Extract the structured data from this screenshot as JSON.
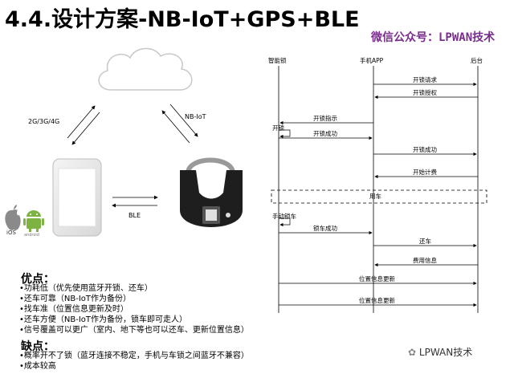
{
  "title": "4.4.设计方案-NB-IoT+GPS+BLE",
  "watermark": "微信公众号：LPWAN技术",
  "network": {
    "label_2g": "2G/3G/4G",
    "label_nbiot": "NB-IoT",
    "label_ble": "BLE",
    "os_ios": "iOS",
    "os_android": "android"
  },
  "sequence": {
    "participants": [
      "智能锁",
      "手机APP",
      "后台"
    ],
    "messages": [
      {
        "from": 1,
        "to": 2,
        "text": "开锁请求"
      },
      {
        "from": 2,
        "to": 1,
        "text": "开锁授权"
      },
      {
        "from": 1,
        "to": 0,
        "text": "开锁指示"
      },
      {
        "self": 0,
        "text": "开锁"
      },
      {
        "from": 0,
        "to": 1,
        "text": "开锁成功"
      },
      {
        "from": 1,
        "to": 2,
        "text": "开锁成功"
      },
      {
        "from": 2,
        "to": 1,
        "text": "开始计费"
      },
      {
        "box": true,
        "text": "用车"
      },
      {
        "self": 0,
        "text": "手动锁车"
      },
      {
        "from": 0,
        "to": 1,
        "text": "锁车成功"
      },
      {
        "from": 1,
        "to": 2,
        "text": "还车"
      },
      {
        "from": 2,
        "to": 1,
        "text": "费用信息"
      },
      {
        "from": 0,
        "to": 2,
        "text": "位置信息更新"
      },
      {
        "from": 0,
        "to": 2,
        "text": "位置信息更新"
      }
    ]
  },
  "pros": {
    "heading": "优点：",
    "items": [
      "•功耗低（优先使用蓝牙开锁、还车）",
      "•还车可靠（NB-IoT作为备份）",
      "•找车准（位置信息更新及时）",
      "•还车方便（NB-IoT作为备份，锁车即可走人）",
      "•信号覆盖可以更广（室内、地下等也可以还车、更新位置信息）"
    ]
  },
  "cons": {
    "heading": "缺点：",
    "items": [
      "•概率开不了锁（蓝牙连接不稳定，手机与车锁之间蓝牙不兼容）",
      "•成本较高"
    ]
  },
  "bottom_watermark": "LPWAN技术"
}
